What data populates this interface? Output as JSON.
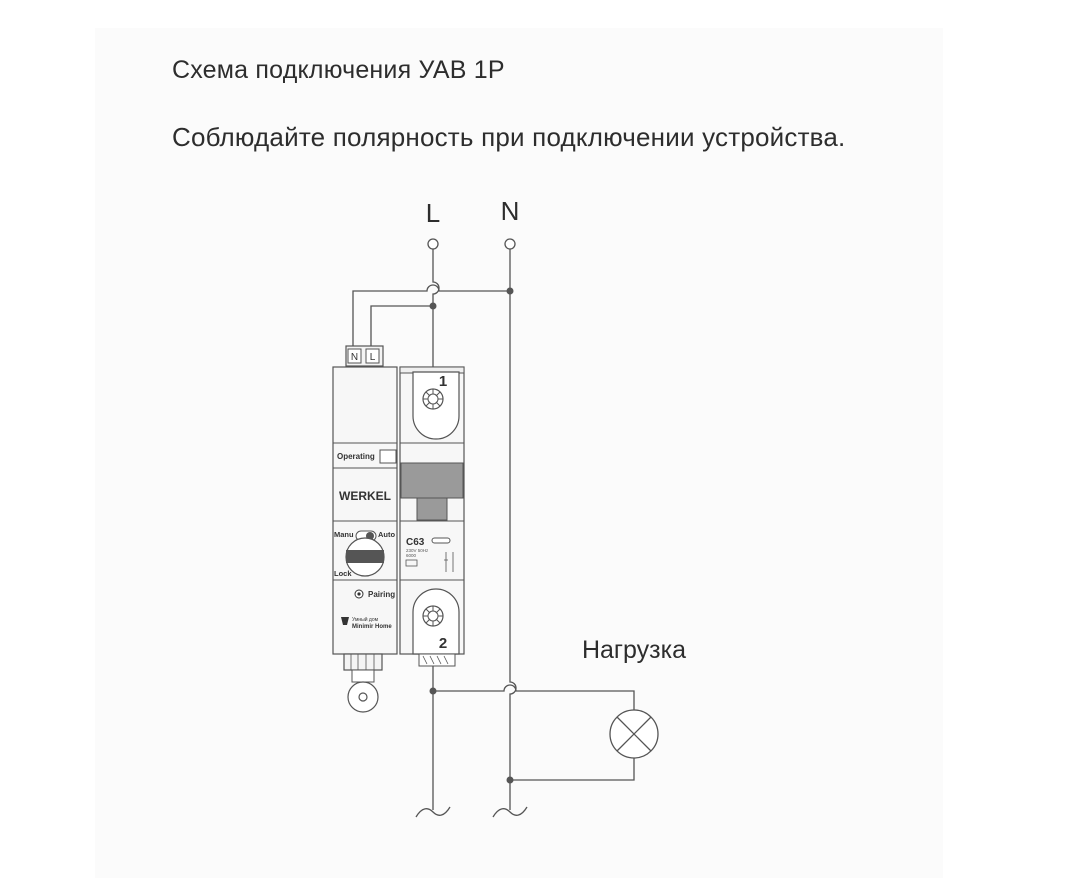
{
  "header": {
    "title": "Схема подключения УАВ 1P",
    "note": "Соблюдайте полярность при подключении устройства."
  },
  "terminals": {
    "line": "L",
    "neutral": "N"
  },
  "device_module": {
    "terminal_n": "N",
    "terminal_l": "L",
    "operating_label": "Operating",
    "brand": "WERKEL",
    "manu_label": "Manu",
    "auto_label": "Auto",
    "lock_label": "Lock",
    "pairing_label": "Pairing",
    "smart_home_line1": "Умный дом",
    "smart_home_line2": "Minimir Home"
  },
  "breaker": {
    "rating": "C63",
    "spec_line1": "230V 50Hz",
    "spec_line2": "6000",
    "terminal_top": "1",
    "terminal_bottom": "2"
  },
  "load": {
    "label": "Нагрузка"
  },
  "colors": {
    "line": "#555555",
    "text": "#2d2d2d",
    "module_fill": "#f2f2f2",
    "handle": "#555555",
    "dark_part": "#9a9a9a"
  }
}
